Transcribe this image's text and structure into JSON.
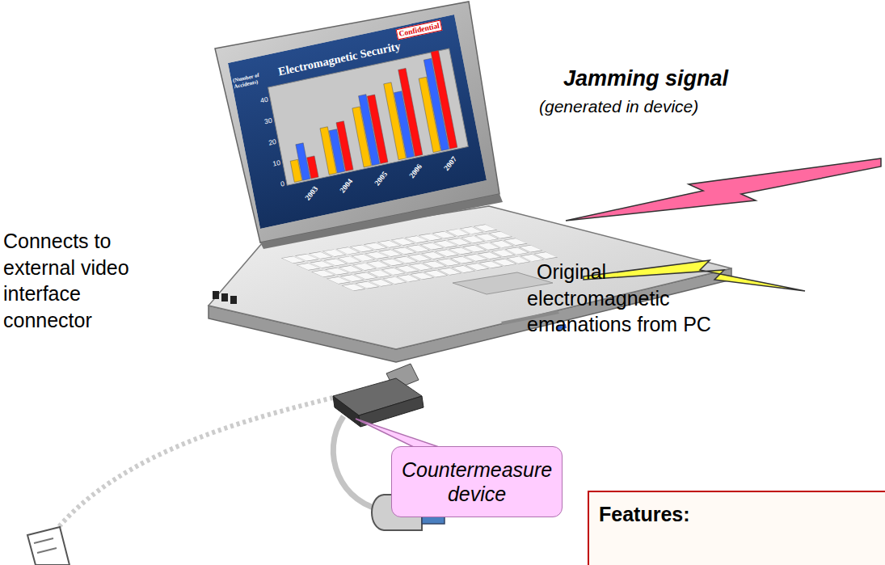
{
  "diagram": {
    "nodes": [
      {
        "text": [
          "Countermeasure device"
        ]
      },
      {
        "text": [
          "Features:"
        ]
      }
    ],
    "labels": [
      "Confidential",
      "Electromagnetic Security",
      "(Number of Accidents)",
      "40",
      "30",
      "20",
      "10",
      "0",
      "2003",
      "2004",
      "2005",
      "2006",
      "2007",
      "Jamming signal",
      "(generated in device)",
      "Connects to external video interface connector",
      "Original electromagnetic emanations from PC"
    ]
  }
}
